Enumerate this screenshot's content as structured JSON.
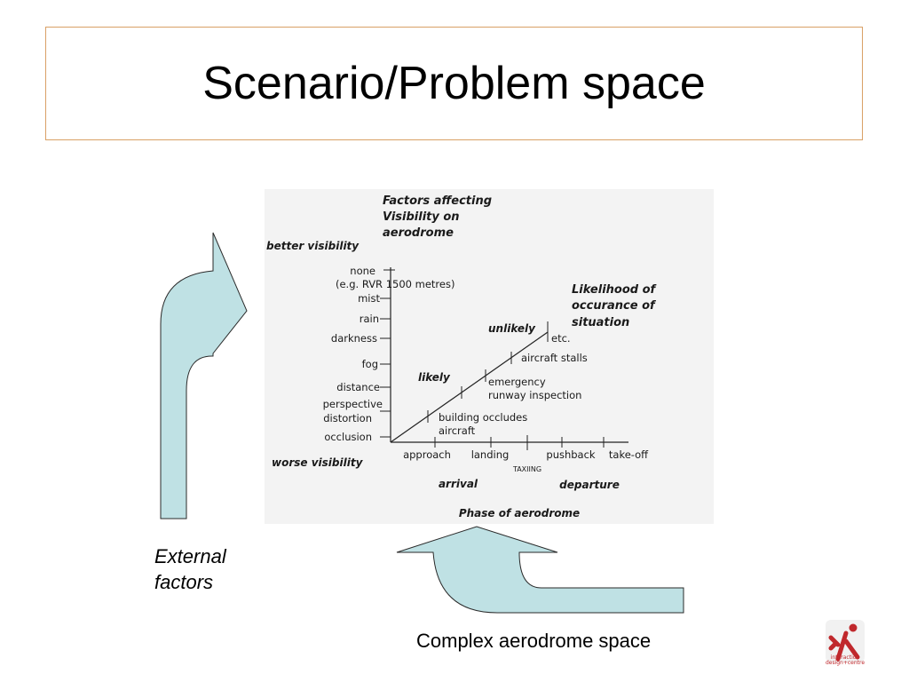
{
  "slide": {
    "title": "Scenario/Problem space",
    "caption_external": [
      "External",
      "factors"
    ],
    "caption_complex": "Complex aerodrome space"
  },
  "diagram": {
    "heading": [
      "Factors affecting",
      "Visibility on",
      "aerodrome"
    ],
    "better_visibility": "better visibility",
    "worse_visibility": "worse visibility",
    "visibility_labels": [
      {
        "lines": [
          "none",
          "(e.g. RVR 1500 metres)"
        ]
      },
      {
        "lines": [
          "mist"
        ]
      },
      {
        "lines": [
          "rain"
        ]
      },
      {
        "lines": [
          "darkness"
        ]
      },
      {
        "lines": [
          "fog"
        ]
      },
      {
        "lines": [
          "distance"
        ]
      },
      {
        "lines": [
          "perspective",
          "distortion"
        ]
      },
      {
        "lines": [
          "occlusion"
        ]
      }
    ],
    "phase_labels": [
      "approach",
      "landing",
      "pushback",
      "take-off"
    ],
    "taxiing": "TAXIING",
    "arrival": "arrival",
    "departure": "departure",
    "phase_title": "Phase of aerodrome",
    "likelihood_title": [
      "Likelihood of",
      "occurance of",
      "situation"
    ],
    "unlikely": "unlikely",
    "likely": "likely",
    "situations": [
      {
        "lines": [
          "etc."
        ]
      },
      {
        "lines": [
          "aircraft stalls"
        ]
      },
      {
        "lines": [
          "emergency",
          "runway inspection"
        ]
      },
      {
        "lines": [
          "building occludes",
          "aircraft"
        ]
      }
    ]
  },
  "logo": {
    "lines": [
      "intéraction",
      "design+centre"
    ],
    "color": "#c0282c"
  },
  "colors": {
    "arrow_fill": "#bfe1e4",
    "arrow_stroke": "#2a2a2a",
    "title_border": "#d9a066"
  }
}
